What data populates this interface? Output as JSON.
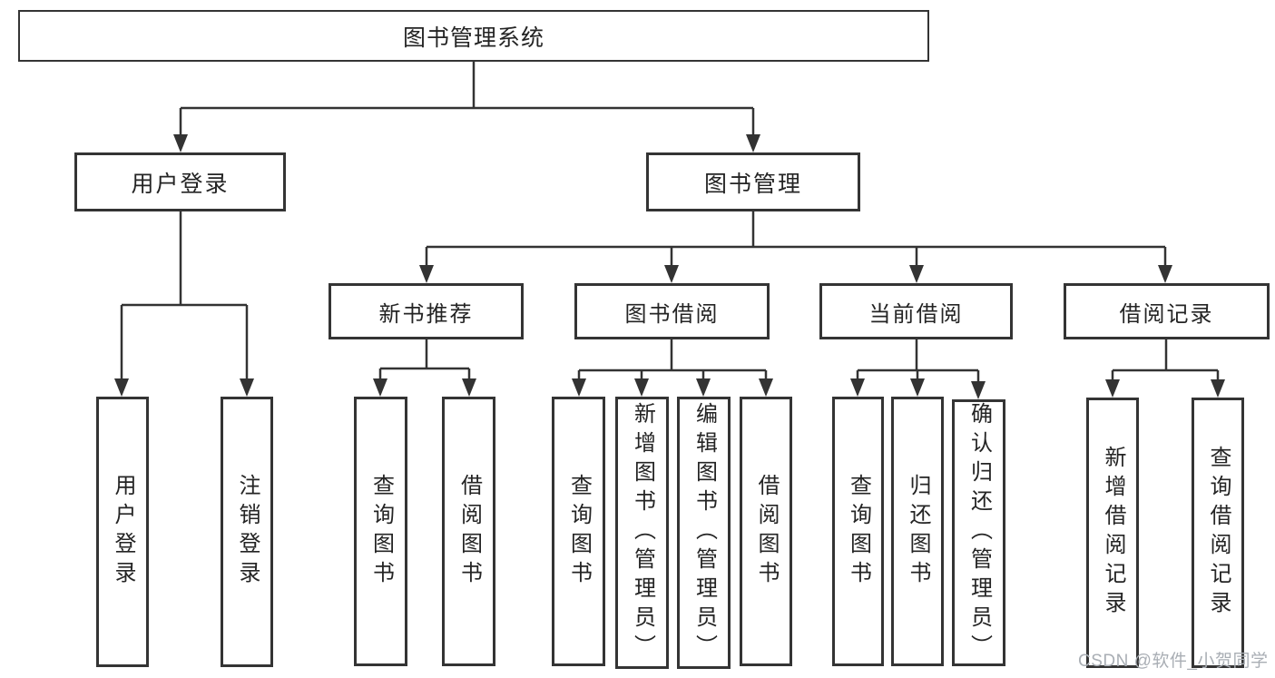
{
  "root": {
    "label": "图书管理系统"
  },
  "level2": [
    {
      "label": "用户登录"
    },
    {
      "label": "图书管理"
    }
  ],
  "level3": [
    {
      "label": "新书推荐"
    },
    {
      "label": "图书借阅"
    },
    {
      "label": "当前借阅"
    },
    {
      "label": "借阅记录"
    }
  ],
  "leaves": [
    {
      "label": "用户登录"
    },
    {
      "label": "注销登录"
    },
    {
      "label": "查询图书"
    },
    {
      "label": "借阅图书"
    },
    {
      "label": "查询图书"
    },
    {
      "label": "新增图书（管理员）"
    },
    {
      "label": "编辑图书（管理员）"
    },
    {
      "label": "借阅图书"
    },
    {
      "label": "查询图书"
    },
    {
      "label": "归还图书"
    },
    {
      "label": "确认归还（管理员）"
    },
    {
      "label": "新增借阅记录"
    },
    {
      "label": "查询借阅记录"
    }
  ],
  "watermark": {
    "text": "CSDN @软件_小贺同学",
    "color": "#a9aeb4"
  },
  "colors": {
    "line": "#333333",
    "border": "#343434",
    "background": "#ffffff"
  }
}
